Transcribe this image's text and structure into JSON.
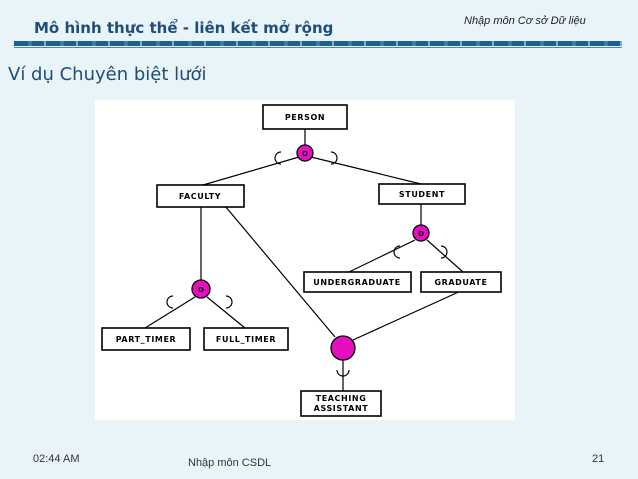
{
  "header": {
    "title": "Mô hình thực thể - liên kết mở rộng",
    "course": "Nhập môn Cơ sở Dữ liệu"
  },
  "subtitle": "Ví dụ Chuyên biệt lưới",
  "diagram": {
    "entities": {
      "person": "PERSON",
      "faculty": "FACULTY",
      "student": "STUDENT",
      "undergraduate": "UNDERGRADUATE",
      "graduate": "GRADUATE",
      "part_timer": "PART_TIMER",
      "full_timer": "FULL_TIMER",
      "teaching_assistant_line1": "TEACHING",
      "teaching_assistant_line2": "ASSISTANT"
    },
    "specializations": {
      "person_spec": "O",
      "student_spec": "D",
      "faculty_spec": "D"
    },
    "colors": {
      "spec_fill": "#e60ec0",
      "panel_bg": "#ffffff",
      "slide_bg": "#e9f4f8",
      "title": "#1e4e79"
    }
  },
  "footer": {
    "time": "02:44 AM",
    "center": "Nhập môn CSDL",
    "page": "21"
  }
}
